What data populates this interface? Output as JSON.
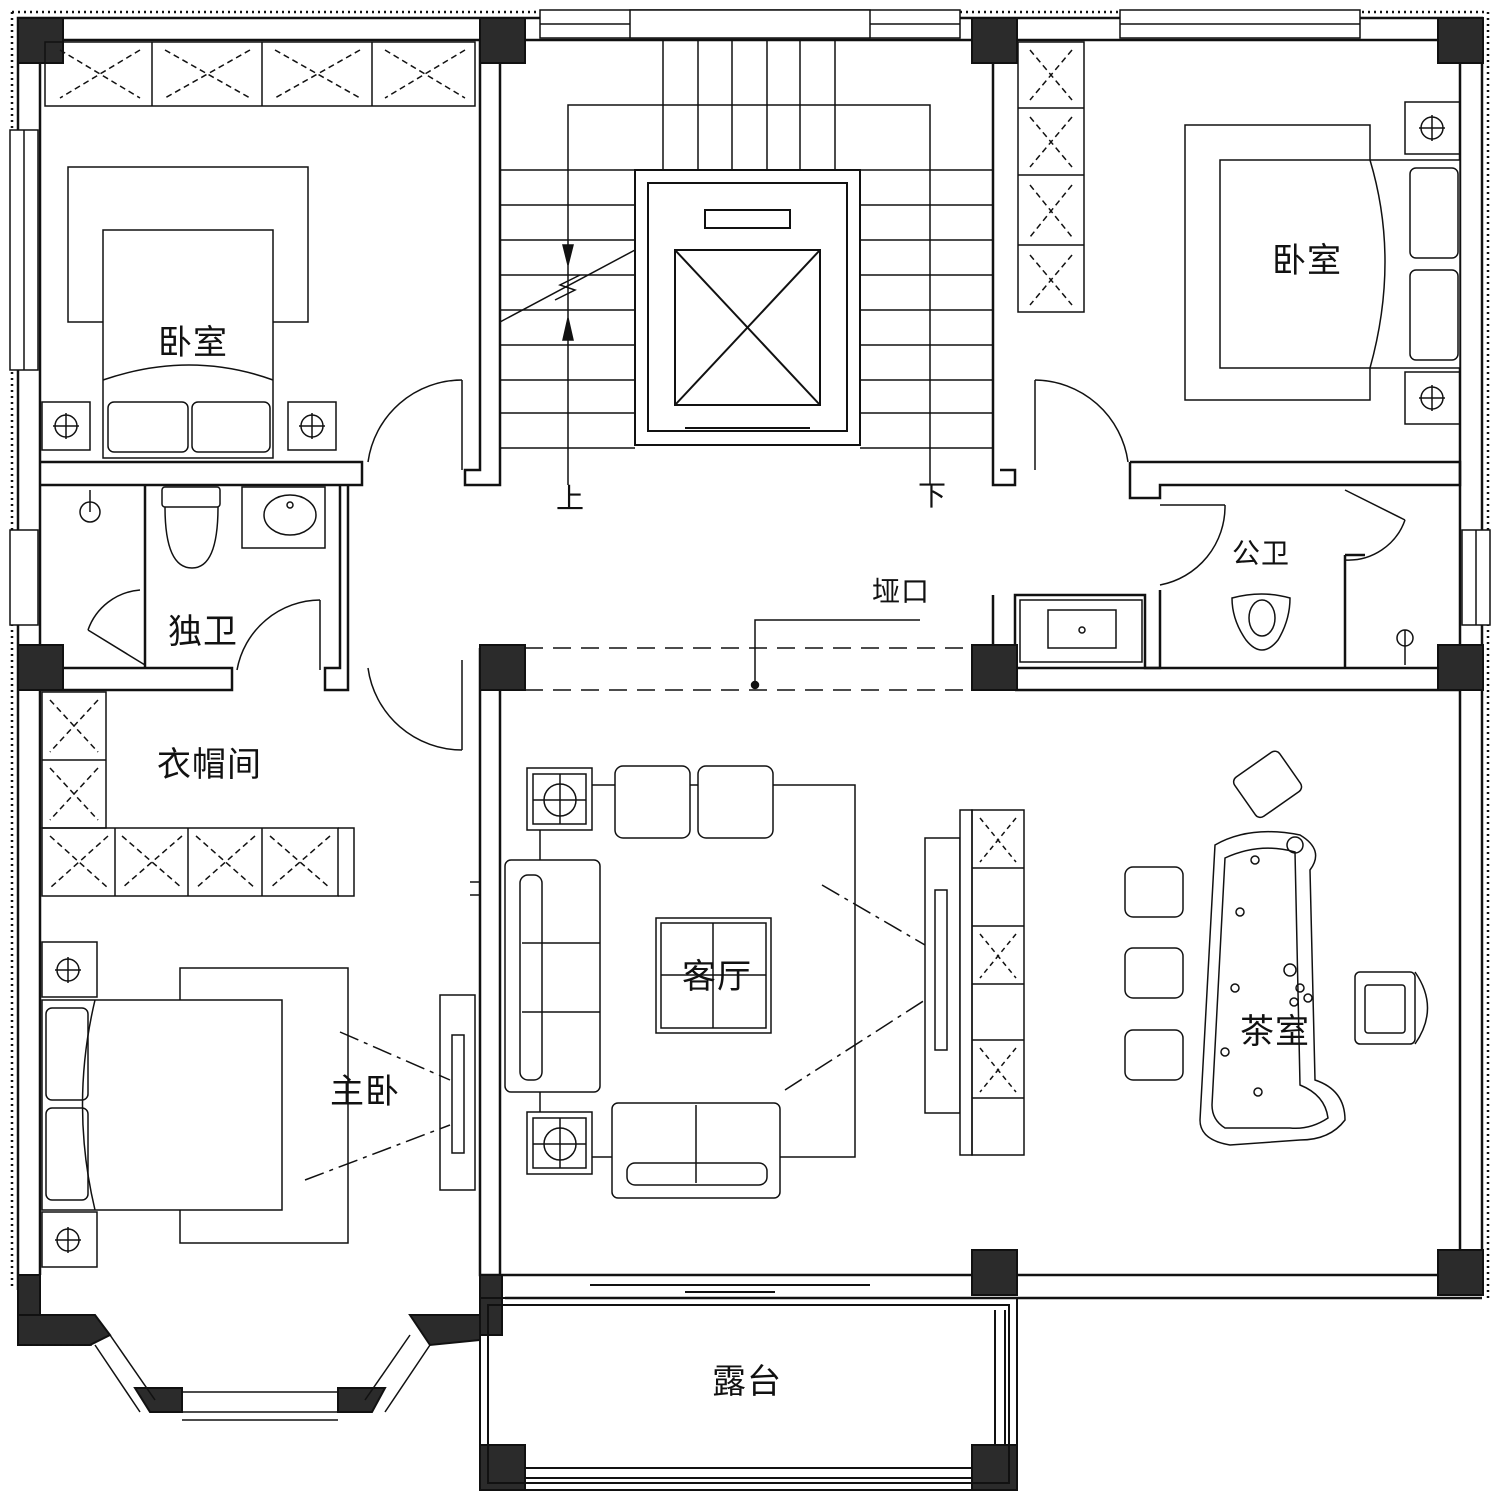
{
  "rooms": {
    "bedroom_nw": "卧室",
    "bedroom_ne": "卧室",
    "private_bath": "独卫",
    "public_bath": "公卫",
    "cloakroom": "衣帽间",
    "master_bedroom": "主卧",
    "living_room": "客厅",
    "tea_room": "茶室",
    "terrace": "露台"
  },
  "annotations": {
    "stair_up": "上",
    "stair_down": "下",
    "opening": "垭口"
  },
  "colors": {
    "line": "#111111",
    "column_fill": "#2b2b2b",
    "wall_fill": "#ffffff"
  }
}
